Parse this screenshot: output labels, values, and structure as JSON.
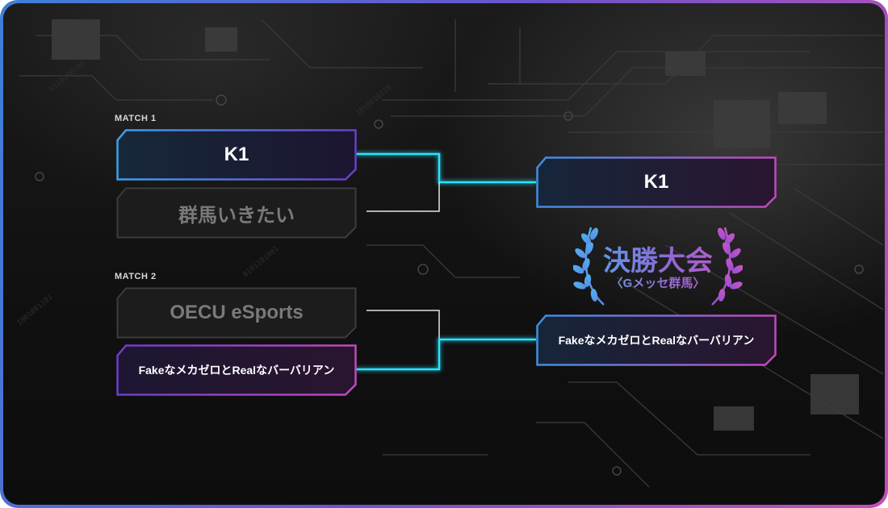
{
  "match1": {
    "label": "MATCH 1",
    "team_top": "K1",
    "team_bottom": "群馬いきたい"
  },
  "match2": {
    "label": "MATCH 2",
    "team_top": "OECU eSports",
    "team_bottom": "FakeなメカゼロとRealなバーバリアン"
  },
  "final": {
    "team_top": "K1",
    "team_bottom": "FakeなメカゼロとRealなバーバリアン",
    "title": "決勝大会",
    "subtitle": "〈Gメッセ群馬〉"
  },
  "colors": {
    "connector_winner": "#28e4ff",
    "connector_loser": "#e6e6e6",
    "border_start": "#3f7fd8",
    "border_end": "#c24fb6"
  },
  "icons": {
    "trophy_wreath": "laurel-wreath-icon"
  }
}
